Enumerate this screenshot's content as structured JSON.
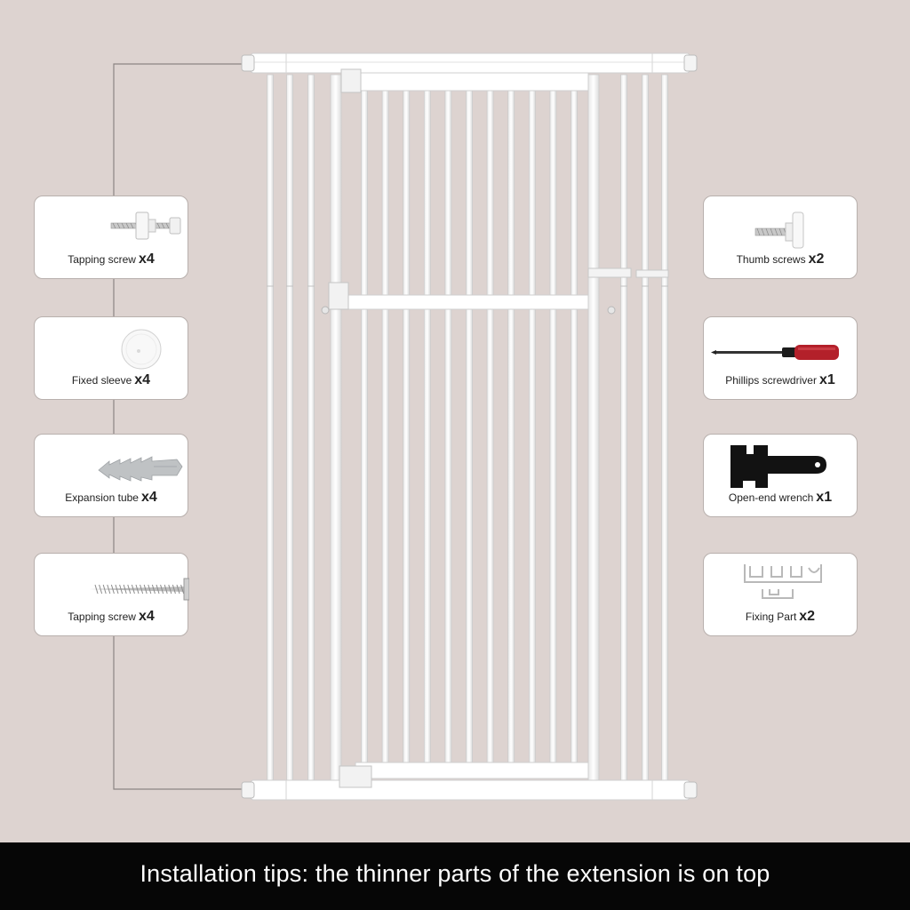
{
  "left_parts": [
    {
      "id": "tapping-screw-a",
      "name": "Tapping screw",
      "qty": "x4",
      "icon": "wall-mount-tapping-screw-icon"
    },
    {
      "id": "fixed-sleeve",
      "name": "Fixed sleeve",
      "qty": "x4",
      "icon": "fixed-sleeve-icon"
    },
    {
      "id": "expansion-tube",
      "name": "Expansion tube",
      "qty": "x4",
      "icon": "expansion-tube-icon"
    },
    {
      "id": "tapping-screw-b",
      "name": "Tapping screw",
      "qty": "x4",
      "icon": "wood-screw-icon"
    }
  ],
  "right_parts": [
    {
      "id": "thumb-screws",
      "name": "Thumb screws",
      "qty": "x2",
      "icon": "thumb-screw-icon"
    },
    {
      "id": "phillips-screwdriver",
      "name": "Phillips screwdriver",
      "qty": "x1",
      "icon": "screwdriver-icon"
    },
    {
      "id": "open-end-wrench",
      "name": "Open-end wrench",
      "qty": "x1",
      "icon": "wrench-icon"
    },
    {
      "id": "fixing-part",
      "name": "Fixing Part",
      "qty": "x2",
      "icon": "fixing-part-icon"
    }
  ],
  "footer": {
    "text": "Installation tips: the thinner parts of the extension is on top"
  },
  "colors": {
    "background": "#ddd3d0",
    "gate": "#ffffff",
    "footer_bg": "#060606",
    "screwdriver_handle": "#b3202a"
  }
}
